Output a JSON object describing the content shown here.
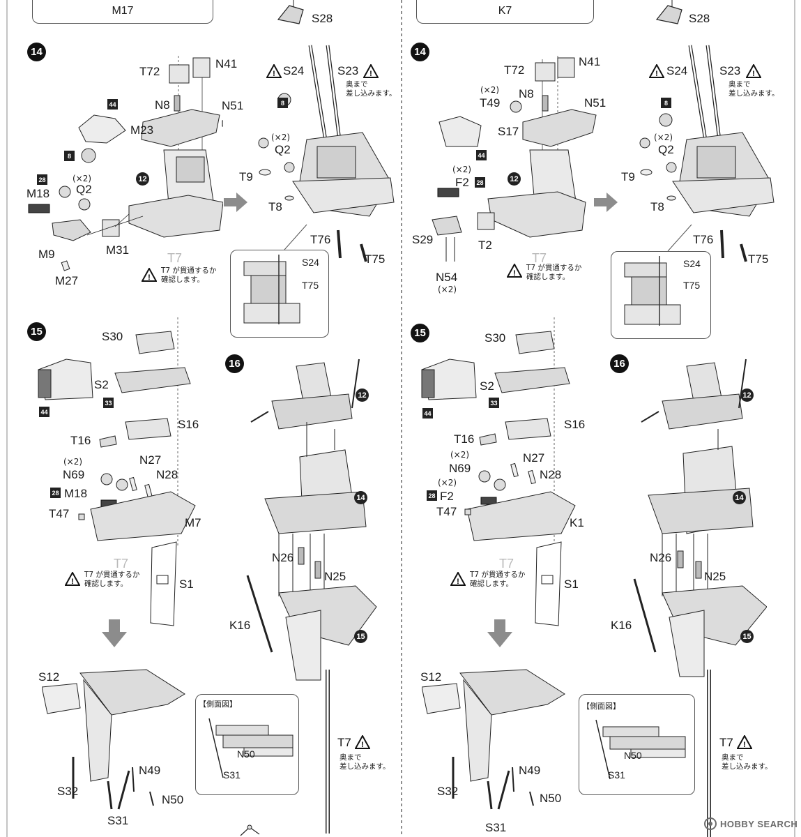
{
  "left": {
    "header": "M17",
    "step14": {
      "number": "14",
      "labels": {
        "T72": "T72",
        "N41": "N41",
        "N8": "N8",
        "N51": "N51",
        "M23": "M23",
        "Q2": "Q2",
        "Q2_qty": "(×2)",
        "M18": "M18",
        "M9": "M9",
        "M31": "M31",
        "M27": "M27",
        "T7": "T7",
        "S24": "S24",
        "S23": "S23",
        "T9": "T9",
        "T8": "T8",
        "T76": "T76",
        "T75": "T75",
        "S28": "S28"
      },
      "badges": {
        "color_44": "44",
        "color_8": "8",
        "color_28": "28",
        "sub_12": "12",
        "color_8b": "8"
      },
      "note_t7": "T7 が貫通するか\n確認します。",
      "note_s23": "奥まで\n差し込みます。",
      "inset_labels": {
        "S24": "S24",
        "T75": "T75"
      }
    },
    "step15": {
      "number": "15",
      "labels": {
        "S30": "S30",
        "S2": "S2",
        "S16": "S16",
        "T16": "T16",
        "N69": "N69",
        "N69_qty": "(×2)",
        "N27": "N27",
        "N28": "N28",
        "M18": "M18",
        "T47": "T47",
        "M7": "M7",
        "T7": "T7",
        "S1": "S1",
        "S12": "S12",
        "S32": "S32",
        "N49": "N49",
        "N50": "N50",
        "S31": "S31"
      },
      "badges": {
        "color_44": "44",
        "color_33": "33",
        "color_28": "28"
      },
      "note_t7": "T7 が貫通するか\n確認します。",
      "side_view_title": "【側面図】",
      "side_labels": {
        "N50": "N50",
        "S31": "S31"
      }
    },
    "step16": {
      "number": "16",
      "labels": {
        "N26": "N26",
        "N25": "N25",
        "K16": "K16",
        "T7": "T7"
      },
      "badges": {
        "sub_12": "12",
        "sub_14": "14",
        "sub_15": "15"
      },
      "note_t7": "奥まで\n差し込みます。"
    }
  },
  "right": {
    "header": "K7",
    "step14": {
      "number": "14",
      "labels": {
        "T72": "T72",
        "N41": "N41",
        "T49": "T49",
        "T49_qty": "(×2)",
        "N8": "N8",
        "N51": "N51",
        "S17": "S17",
        "F2": "F2",
        "F2_qty": "(×2)",
        "S29": "S29",
        "T2": "T2",
        "N54": "N54",
        "N54_qty": "(×2)",
        "T7": "T7",
        "S24": "S24",
        "S23": "S23",
        "Q2": "Q2",
        "Q2_qty": "(×2)",
        "T9": "T9",
        "T8": "T8",
        "T76": "T76",
        "T75": "T75",
        "S28": "S28"
      },
      "badges": {
        "color_44": "44",
        "color_28": "28",
        "sub_12": "12",
        "color_8": "8"
      },
      "note_t7": "T7 が貫通するか\n確認します。",
      "note_s23": "奥まで\n差し込みます。",
      "inset_labels": {
        "S24": "S24",
        "T75": "T75"
      }
    },
    "step15": {
      "number": "15",
      "labels": {
        "S30": "S30",
        "S2": "S2",
        "S16": "S16",
        "T16": "T16",
        "N69": "N69",
        "N69_qty": "(×2)",
        "N27": "N27",
        "N28": "N28",
        "F2": "F2",
        "F2_qty": "(×2)",
        "T47": "T47",
        "K1": "K1",
        "T7": "T7",
        "S1": "S1",
        "S12": "S12",
        "S32": "S32",
        "N49": "N49",
        "N50": "N50",
        "S31": "S31"
      },
      "badges": {
        "color_44": "44",
        "color_33": "33",
        "color_28": "28"
      },
      "note_t7": "T7 が貫通するか\n確認します。",
      "side_view_title": "【側面図】",
      "side_labels": {
        "N50": "N50",
        "S31": "S31"
      }
    },
    "step16": {
      "number": "16",
      "labels": {
        "N26": "N26",
        "N25": "N25",
        "K16": "K16",
        "T7": "T7"
      },
      "badges": {
        "sub_12": "12",
        "sub_14": "14",
        "sub_15": "15"
      },
      "note_t7": "奥まで\n差し込みます。"
    }
  },
  "watermark": "HOBBY SEARCH",
  "colors": {
    "ink": "#1a1a1a",
    "arrow_gray": "#8c8c8c",
    "ghost": "#b9b9b9",
    "hatch": "#d8d8d8"
  }
}
